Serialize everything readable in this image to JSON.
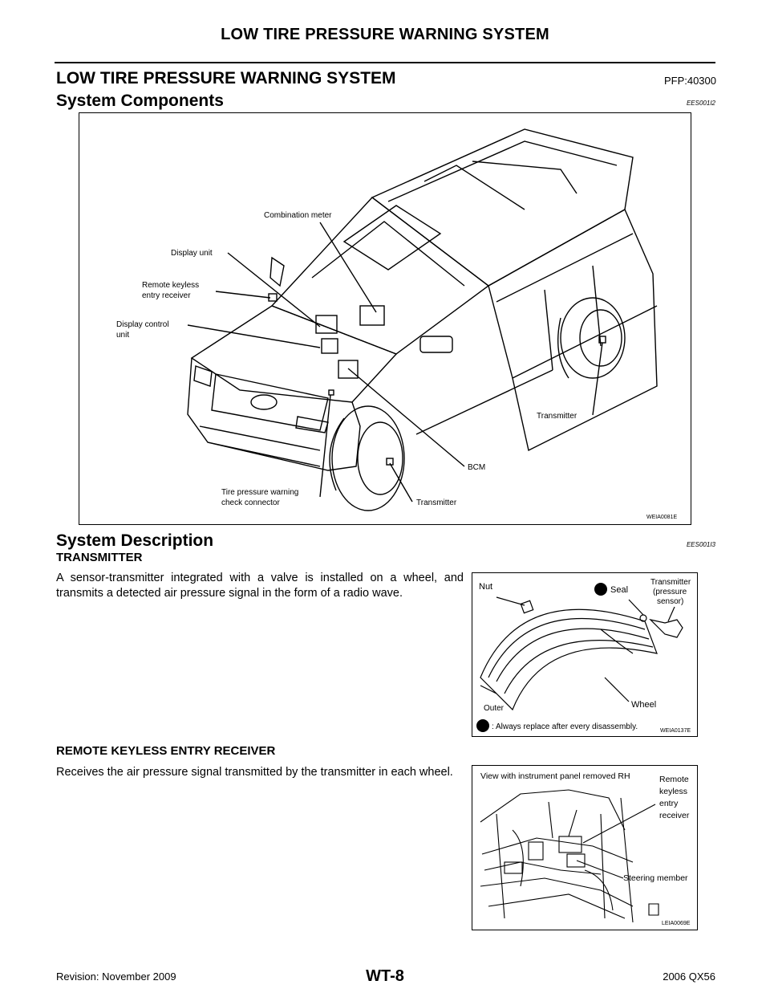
{
  "header": {
    "title": "LOW TIRE PRESSURE WARNING SYSTEM"
  },
  "section": {
    "title": "LOW TIRE PRESSURE WARNING SYSTEM",
    "code": "PFP:40300"
  },
  "components": {
    "title": "System Components",
    "code": "EES001I2",
    "figure_id": "WEIA0081E",
    "labels": {
      "combination_meter": "Combination meter",
      "display_unit": "Display unit",
      "remote_keyless_1": "Remote keyless",
      "remote_keyless_2": "entry receiver",
      "display_control_1": "Display control",
      "display_control_2": "unit",
      "transmitter_rear": "Transmitter",
      "bcm": "BCM",
      "tire_check_1": "Tire pressure warning",
      "tire_check_2": "check connector",
      "transmitter_front": "Transmitter"
    }
  },
  "description": {
    "title": "System Description",
    "code": "EES001I3",
    "transmitter": {
      "heading": "TRANSMITTER",
      "text": "A sensor-transmitter integrated with a valve is installed on a wheel, and transmits a detected air pressure signal in the form of a radio wave.",
      "figure_id": "WEIA0137E",
      "labels": {
        "nut": "Nut",
        "seal": "Seal",
        "transmitter_1": "Transmitter",
        "transmitter_2": "(pressure",
        "transmitter_3": "sensor)",
        "outer": "Outer",
        "wheel": "Wheel",
        "note": ": Always replace after every disassembly."
      }
    },
    "receiver": {
      "heading": "REMOTE KEYLESS ENTRY RECEIVER",
      "text": "Receives the air pressure signal transmitted by the transmitter in each wheel.",
      "figure_id": "LEIA0069E",
      "labels": {
        "view": "View with instrument panel removed RH",
        "remote_1": "Remote",
        "remote_2": "keyless",
        "remote_3": "entry",
        "remote_4": "receiver",
        "steering": "Steering member"
      }
    }
  },
  "footer": {
    "revision": "Revision: November 2009",
    "page": "WT-8",
    "model": "2006 QX56"
  }
}
